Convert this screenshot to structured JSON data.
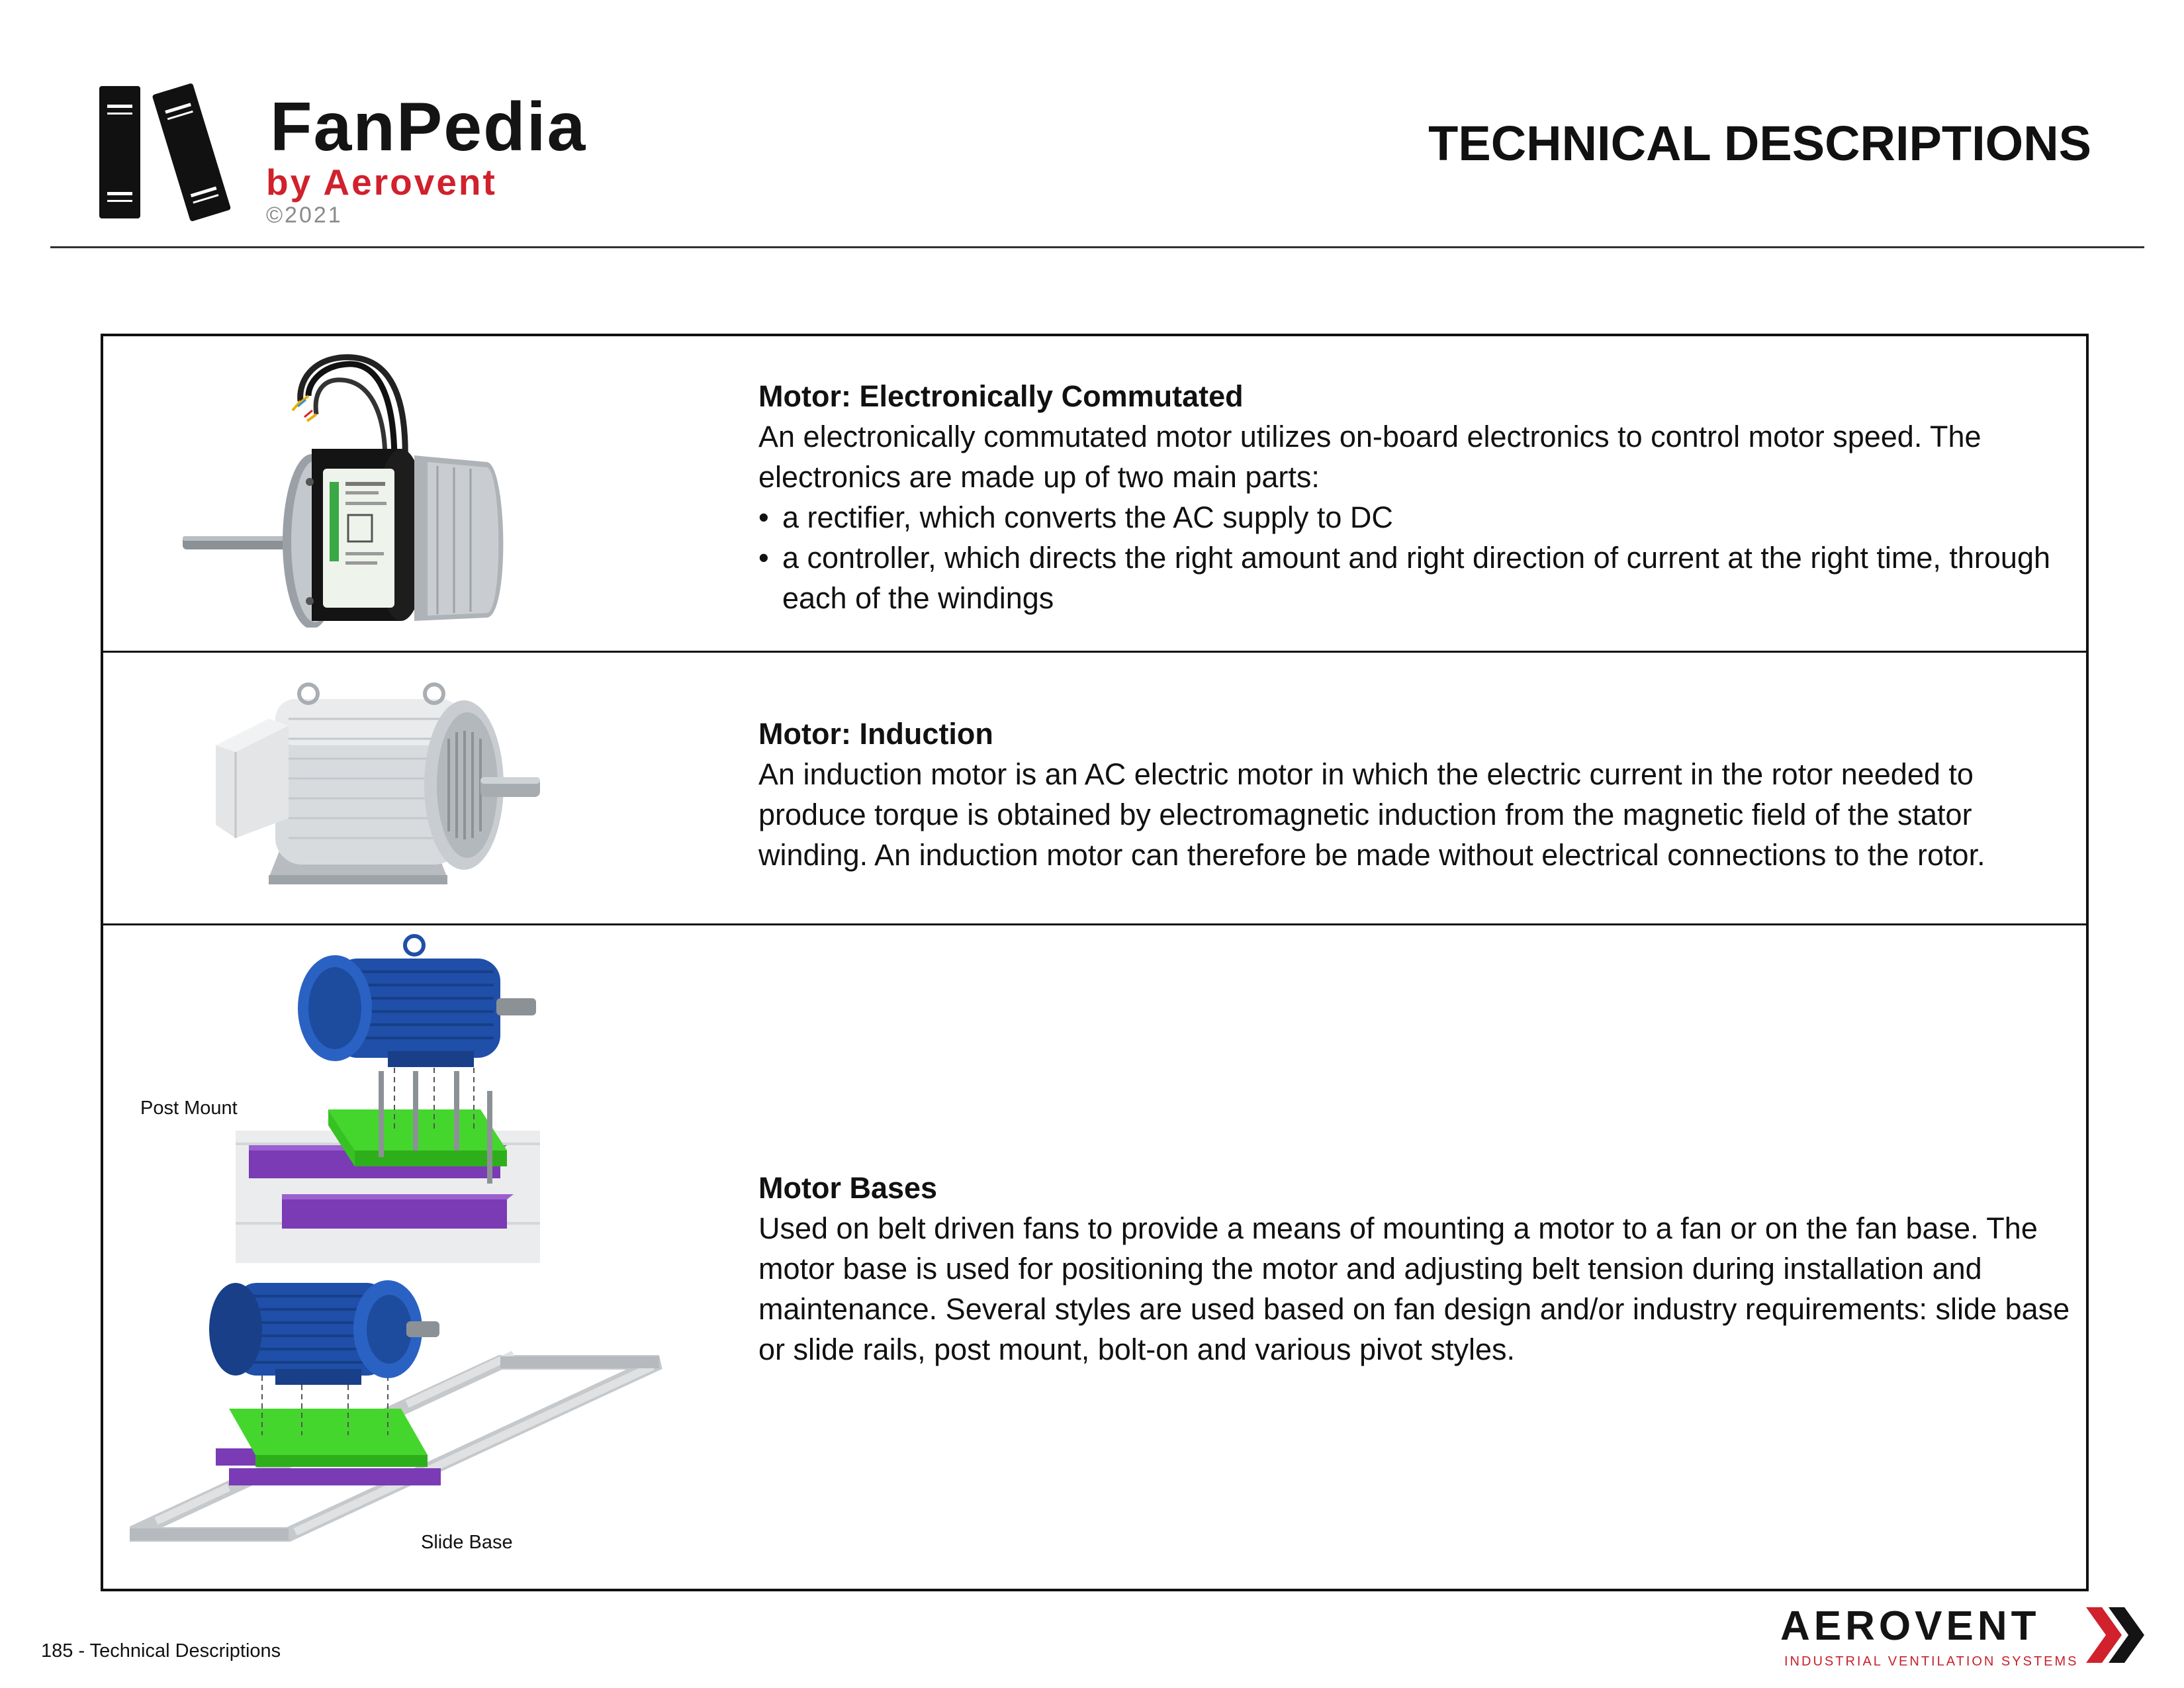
{
  "header": {
    "logo": {
      "name": "FanPedia",
      "byline": "by Aerovent",
      "copyright": "©2021"
    },
    "page_heading": "TECHNICAL DESCRIPTIONS"
  },
  "rows": [
    {
      "title": "Motor: Electronically Commutated",
      "body": "An electronically commutated motor utilizes on-board electronics to control motor speed. The electronics are made up of two main parts:",
      "bullets": [
        "a rectifier, which converts the AC supply to DC",
        "a controller, which directs the right amount and right direction of current at the right time, through each of the windings"
      ],
      "image_icon": "ec-motor-illustration"
    },
    {
      "title": "Motor: Induction",
      "body": "An induction motor is an AC electric motor in which the electric current in the rotor needed to produce torque is obtained by electromagnetic induction from the magnetic field of the stator winding. An induction motor can therefore be made without electrical connections to the rotor.",
      "image_icon": "induction-motor-illustration"
    },
    {
      "title": "Motor Bases",
      "body": "Used on belt driven fans to provide a means of mounting a motor to a fan or on the fan base. The motor base is used for positioning the motor and adjusting belt tension during installation and maintenance. Several styles are used based on fan design and/or industry requirements: slide base or slide rails, post mount, bolt-on and various pivot styles.",
      "image_labels": [
        "Post Mount",
        "Slide Base"
      ],
      "image_icon": "motor-base-illustration"
    }
  ],
  "bullet_glyph": "•",
  "footer": {
    "page_label": "185 - Technical Descriptions",
    "brand": {
      "name": "AEROVENT",
      "tagline": "INDUSTRIAL VENTILATION SYSTEMS"
    }
  },
  "colors": {
    "accent_red": "#d0212c",
    "text": "#111111",
    "motor_blue": "#1f4fa8",
    "base_green": "#45d62e",
    "rail_purple": "#7a3bb5"
  }
}
